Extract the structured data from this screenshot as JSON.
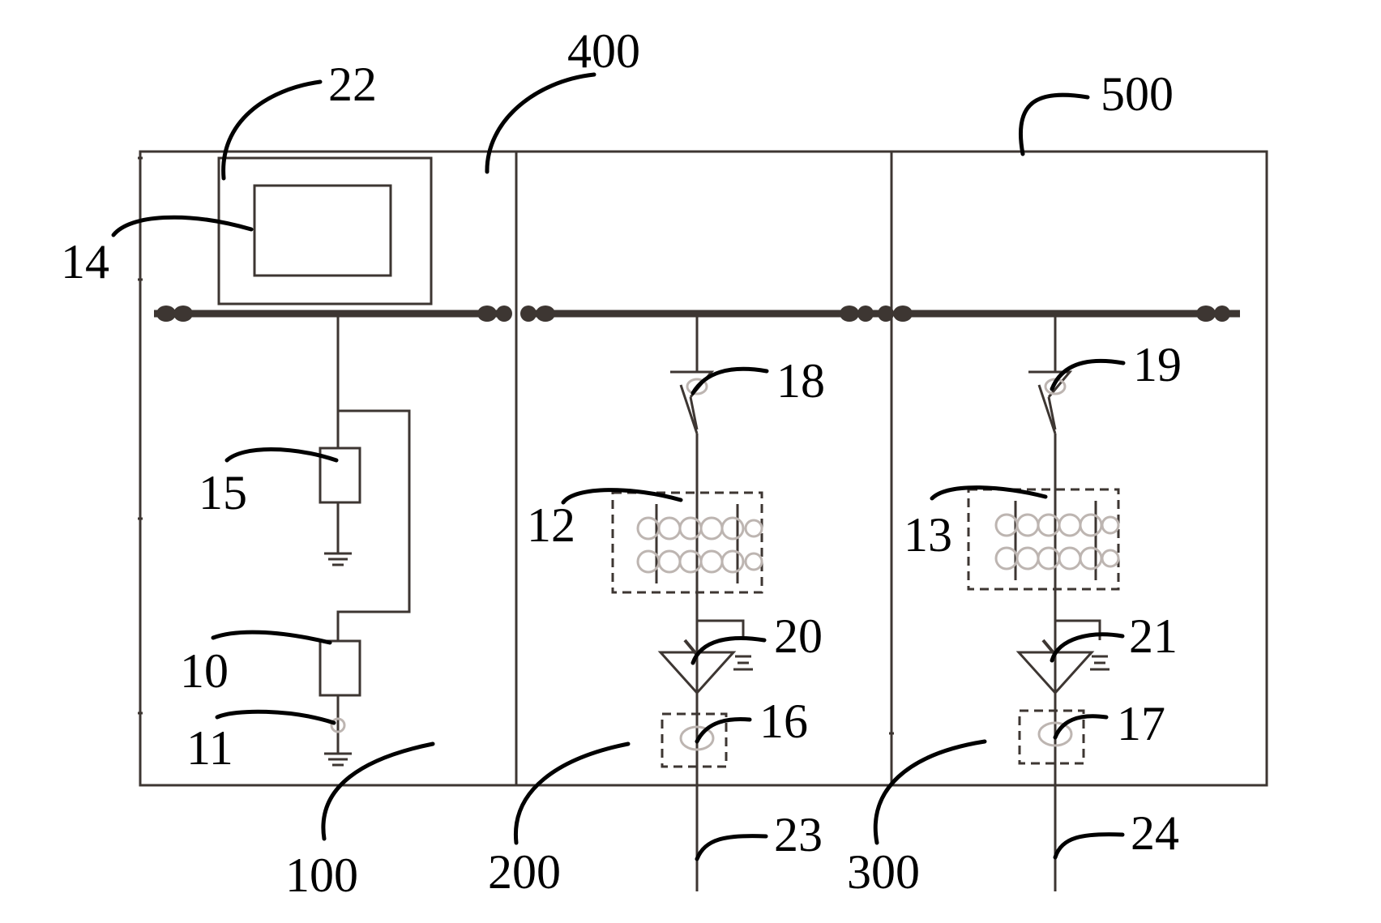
{
  "labels": {
    "l400": "400",
    "l22": "22",
    "l500": "500",
    "l14": "14",
    "l18": "18",
    "l19": "19",
    "l15": "15",
    "l12": "12",
    "l13": "13",
    "l20": "20",
    "l21": "21",
    "l10": "10",
    "l16": "16",
    "l17": "17",
    "l11": "11",
    "l23": "23",
    "l24": "24",
    "l100": "100",
    "l200": "200",
    "l300": "300"
  }
}
